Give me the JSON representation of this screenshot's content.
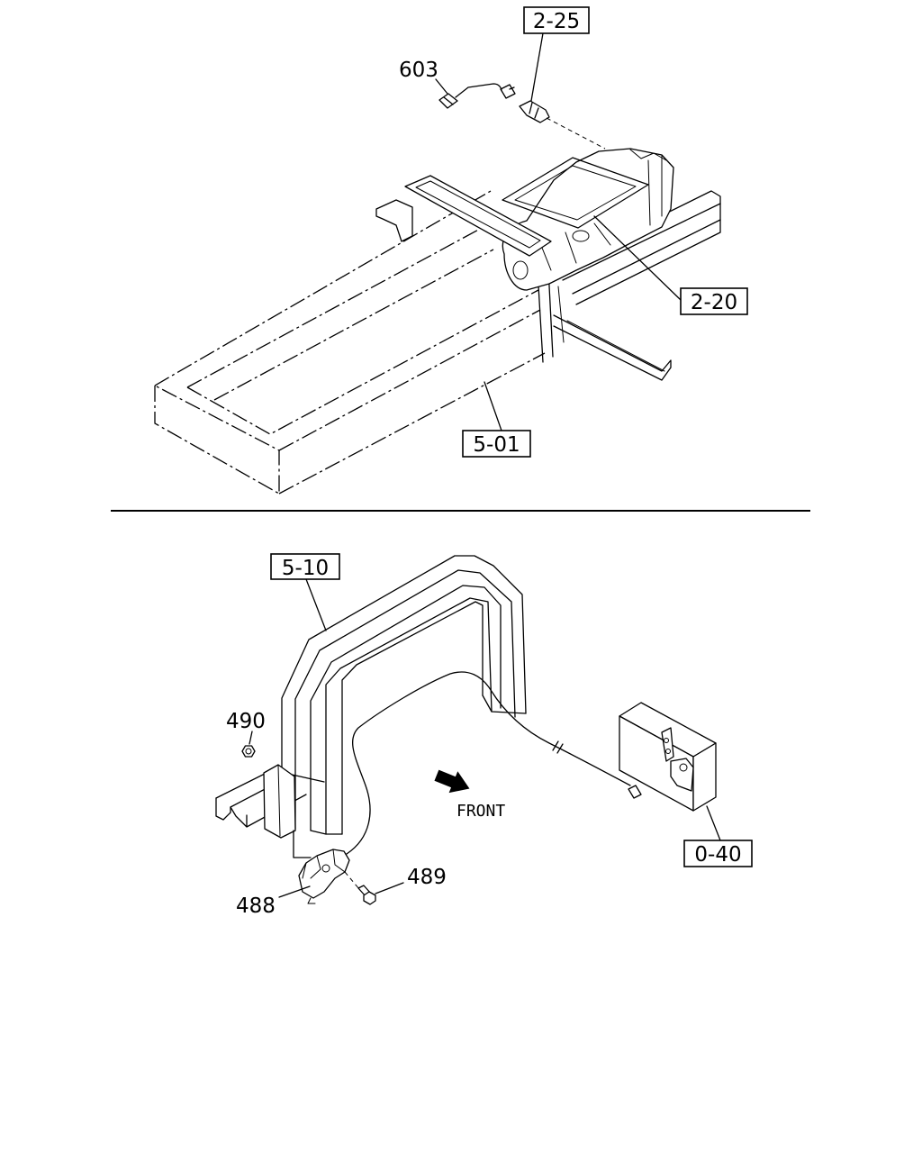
{
  "top_figure": {
    "callout_2_25": "2-25",
    "part_603": "603",
    "callout_2_20": "2-20",
    "callout_5_01": "5-01"
  },
  "bottom_figure": {
    "callout_5_10": "5-10",
    "part_490": "490",
    "direction_label": "FRONT",
    "callout_0_40": "0-40",
    "part_489": "489",
    "part_488": "488"
  }
}
